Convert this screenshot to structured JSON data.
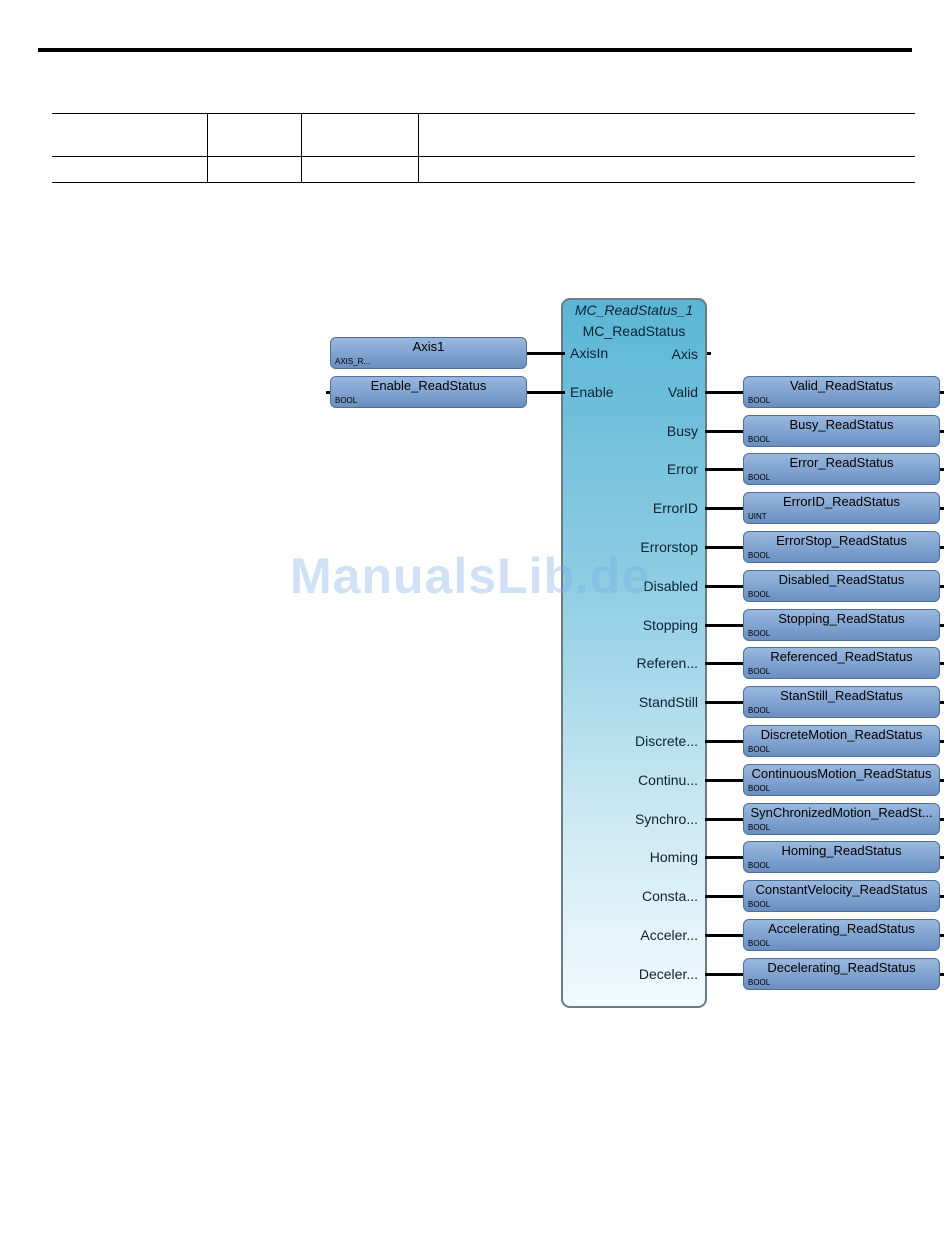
{
  "diagram": {
    "block": {
      "instance": "MC_ReadStatus_1",
      "type": "MC_ReadStatus",
      "inputs": [
        {
          "pin": "AxisIn",
          "var": "Axis1",
          "type": "AXIS_R..."
        },
        {
          "pin": "Enable",
          "var": "Enable_ReadStatus",
          "type": "BOOL"
        }
      ],
      "axis_out": "Axis",
      "outputs": [
        {
          "pin": "Valid",
          "var": "Valid_ReadStatus",
          "type": "BOOL"
        },
        {
          "pin": "Busy",
          "var": "Busy_ReadStatus",
          "type": "BOOL"
        },
        {
          "pin": "Error",
          "var": "Error_ReadStatus",
          "type": "BOOL"
        },
        {
          "pin": "ErrorID",
          "var": "ErrorID_ReadStatus",
          "type": "UINT"
        },
        {
          "pin": "Errorstop",
          "var": "ErrorStop_ReadStatus",
          "type": "BOOL"
        },
        {
          "pin": "Disabled",
          "var": "Disabled_ReadStatus",
          "type": "BOOL"
        },
        {
          "pin": "Stopping",
          "var": "Stopping_ReadStatus",
          "type": "BOOL"
        },
        {
          "pin": "Referen...",
          "var": "Referenced_ReadStatus",
          "type": "BOOL"
        },
        {
          "pin": "StandStill",
          "var": "StanStill_ReadStatus",
          "type": "BOOL"
        },
        {
          "pin": "Discrete...",
          "var": "DiscreteMotion_ReadStatus",
          "type": "BOOL"
        },
        {
          "pin": "Continu...",
          "var": "ContinuousMotion_ReadStatus",
          "type": "BOOL"
        },
        {
          "pin": "Synchro...",
          "var": "SynChronizedMotion_ReadSt...",
          "type": "BOOL"
        },
        {
          "pin": "Homing",
          "var": "Homing_ReadStatus",
          "type": "BOOL"
        },
        {
          "pin": "Consta...",
          "var": "ConstantVelocity_ReadStatus",
          "type": "BOOL"
        },
        {
          "pin": "Acceler...",
          "var": "Accelerating_ReadStatus",
          "type": "BOOL"
        },
        {
          "pin": "Deceler...",
          "var": "Decelerating_ReadStatus",
          "type": "BOOL"
        }
      ]
    }
  },
  "watermark": "ManualsLib.de"
}
